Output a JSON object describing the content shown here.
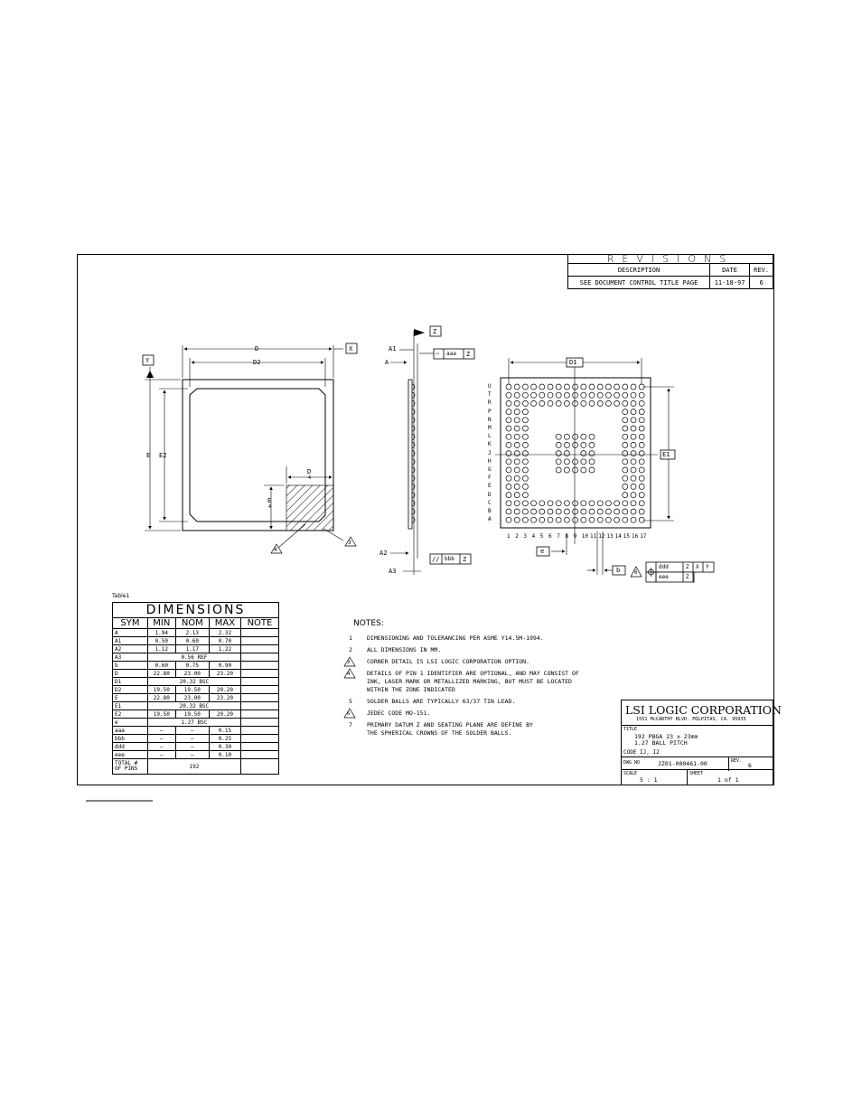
{
  "revisions": {
    "title": "REVISIONS",
    "headers": [
      "DESCRIPTION",
      "DATE",
      "REV."
    ],
    "rows": [
      [
        "SEE DOCUMENT CONTROL TITLE PAGE",
        "11-18-97",
        "6"
      ]
    ]
  },
  "top_view": {
    "dim_d": "D",
    "dim_d2": "D2",
    "dim_e": "E",
    "dim_e2": "E2",
    "datum_x": "X",
    "datum_y": "Y",
    "d_over_4_num": "D",
    "d_over_4_den": "4",
    "e_over_4_num": "E",
    "e_over_4_den": "4",
    "callout_3": "3",
    "callout_4": "4"
  },
  "side_view": {
    "datum_z": "Z",
    "a1": "A1",
    "a": "A",
    "a2": "A2",
    "a3": "A3",
    "fcf_top_sym": "⌒",
    "fcf_top_tol": "aaa",
    "fcf_top_ref": "Z",
    "fcf_bot_sym": "//",
    "fcf_bot_tol": "bbb",
    "fcf_bot_ref": "Z"
  },
  "bottom_view": {
    "row_labels": [
      "U",
      "T",
      "R",
      "P",
      "N",
      "M",
      "L",
      "K",
      "J",
      "H",
      "G",
      "F",
      "E",
      "D",
      "C",
      "B",
      "A"
    ],
    "col_labels": [
      "1",
      "2",
      "3",
      "4",
      "5",
      "6",
      "7",
      "8",
      "9",
      "10",
      "11",
      "12",
      "13",
      "14",
      "15",
      "16",
      "17"
    ],
    "dim_d1": "D1",
    "dim_e1": "E1",
    "pitch_e": "e",
    "ball_b": "b",
    "callout_6": "6",
    "fcf1_tol": "ddd",
    "fcf1_refs": [
      "Z",
      "X",
      "Y"
    ],
    "fcf2_tol": "eee",
    "fcf2_refs": [
      "Z"
    ]
  },
  "dimensions_table": {
    "caption": "Table1",
    "title": "DIMENSIONS",
    "headers": [
      "SYM",
      "MIN",
      "NOM",
      "MAX",
      "NOTE"
    ],
    "rows": [
      [
        "A",
        "1.94",
        "2.13",
        "2.32",
        ""
      ],
      [
        "A1",
        "0.50",
        "0.60",
        "0.70",
        ""
      ],
      [
        "A2",
        "1.12",
        "1.17",
        "1.22",
        ""
      ],
      [
        "A3",
        "0.56  REF",
        "",
        "",
        ""
      ],
      [
        "b",
        "0.60",
        "0.75",
        "0.90",
        ""
      ],
      [
        "D",
        "22.80",
        "23.00",
        "23.20",
        ""
      ],
      [
        "D1",
        "20.32  BSC",
        "",
        "",
        ""
      ],
      [
        "D2",
        "19.50",
        "19.50",
        "20.20",
        ""
      ],
      [
        "E",
        "22.80",
        "23.00",
        "23.20",
        ""
      ],
      [
        "E1",
        "20.32  BSC",
        "",
        "",
        ""
      ],
      [
        "E2",
        "19.50",
        "19.50",
        "20.20",
        ""
      ],
      [
        "e",
        "1.27  BSC",
        "",
        "",
        ""
      ],
      [
        "aaa",
        "–",
        "–",
        "0.15",
        ""
      ],
      [
        "bbb",
        "–",
        "–",
        "0.25",
        ""
      ],
      [
        "ddd",
        "–",
        "–",
        "0.30",
        ""
      ],
      [
        "eee",
        "–",
        "–",
        "0.10",
        ""
      ]
    ],
    "total_label": "TOTAL #\nOF PINS",
    "total_value": "192"
  },
  "notes": {
    "title": "NOTES:",
    "items": [
      {
        "num": "1",
        "tri": false,
        "text": "DIMENSIONING AND TOLERANCING PER ASME Y14.5M-1994."
      },
      {
        "num": "2",
        "tri": false,
        "text": "ALL DIMENSIONS IN MM."
      },
      {
        "num": "3",
        "tri": true,
        "text": "CORNER DETAIL IS LSI LOGIC CORPORATION OPTION."
      },
      {
        "num": "4",
        "tri": true,
        "text": "DETAILS OF PIN 1 IDENTIFIER ARE OPTIONAL, AND MAY CONSIST OF\nINK, LASER MARK OR METALLIZED MARKING, BUT MUST BE LOCATED\nWITHIN THE ZONE INDICATED"
      },
      {
        "num": "5",
        "tri": false,
        "text": "SOLDER BALLS ARE TYPICALLY 63/37 TIN LEAD."
      },
      {
        "num": "6",
        "tri": true,
        "text": "JEDEC CODE MO-151."
      },
      {
        "num": "7",
        "tri": false,
        "text": "PRIMARY DATUM Z AND SEATING PLANE ARE DEFINE BY\nTHE SPHERICAL CROWNS OF THE SOLDER BALLS."
      }
    ]
  },
  "title_block": {
    "company": "LSI LOGIC CORPORATION",
    "address": "1551 McCARTHY BLVD. MILPITAS, CA. 95035",
    "title_label": "TITLE",
    "title_line1": "192 PBGA   23 x 23mm",
    "title_line2": "1.27 BALL PITCH",
    "code": "CODE IJ, I2",
    "dwg_label": "DWG NO",
    "dwg_no": "JZ01-000461-00",
    "rev_label": "REV.",
    "rev": "6",
    "scale_label": "SCALE",
    "scale": "5 : 1",
    "sheet_label": "SHEET",
    "sheet": "1 of 1"
  }
}
